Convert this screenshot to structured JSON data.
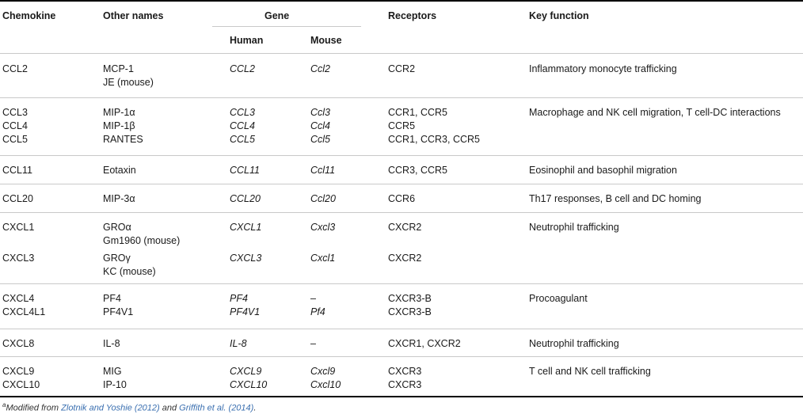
{
  "headers": {
    "chemokine": "Chemokine",
    "other_names": "Other names",
    "gene": "Gene",
    "human": "Human",
    "mouse": "Mouse",
    "receptors": "Receptors",
    "key_function": "Key function"
  },
  "groups": [
    {
      "function": "Inflammatory monocyte trafficking",
      "rows": [
        {
          "chemokine": "CCL2",
          "other_names": [
            "MCP-1",
            "JE (mouse)"
          ],
          "human": "CCL2",
          "mouse": "Ccl2",
          "receptors": "CCR2"
        }
      ]
    },
    {
      "function": "Macrophage and NK cell migration, T cell-DC interactions",
      "rows": [
        {
          "chemokine": "CCL3",
          "other_names": [
            "MIP-1α"
          ],
          "human": "CCL3",
          "mouse": "Ccl3",
          "receptors": "CCR1, CCR5"
        },
        {
          "chemokine": "CCL4",
          "other_names": [
            "MIP-1β"
          ],
          "human": "CCL4",
          "mouse": "Ccl4",
          "receptors": "CCR5"
        },
        {
          "chemokine": "CCL5",
          "other_names": [
            "RANTES"
          ],
          "human": "CCL5",
          "mouse": "Ccl5",
          "receptors": "CCR1, CCR3, CCR5"
        }
      ]
    },
    {
      "function": "Eosinophil and basophil migration",
      "rows": [
        {
          "chemokine": "CCL11",
          "other_names": [
            "Eotaxin"
          ],
          "human": "CCL11",
          "mouse": "Ccl11",
          "receptors": "CCR3, CCR5"
        }
      ]
    },
    {
      "function": "Th17 responses, B cell and DC homing",
      "rows": [
        {
          "chemokine": "CCL20",
          "other_names": [
            "MIP-3α"
          ],
          "human": "CCL20",
          "mouse": "Ccl20",
          "receptors": "CCR6"
        }
      ]
    },
    {
      "function": "Neutrophil trafficking",
      "rows": [
        {
          "chemokine": "CXCL1",
          "other_names": [
            "GROα",
            "Gm1960 (mouse)"
          ],
          "human": "CXCL1",
          "mouse": "Cxcl3",
          "receptors": "CXCR2"
        },
        {
          "chemokine": "CXCL3",
          "other_names": [
            "GROγ",
            "KC (mouse)"
          ],
          "human": "CXCL3",
          "mouse": "Cxcl1",
          "receptors": "CXCR2"
        }
      ]
    },
    {
      "function": "Procoagulant",
      "rows": [
        {
          "chemokine": "CXCL4",
          "other_names": [
            "PF4"
          ],
          "human": "PF4",
          "mouse": "–",
          "receptors": "CXCR3-B"
        },
        {
          "chemokine": "CXCL4L1",
          "other_names": [
            "PF4V1"
          ],
          "human": "PF4V1",
          "mouse": "Pf4",
          "receptors": "CXCR3-B"
        }
      ]
    },
    {
      "function": "Neutrophil trafficking",
      "rows": [
        {
          "chemokine": "CXCL8",
          "other_names": [
            "IL-8"
          ],
          "human": "IL-8",
          "mouse": "–",
          "receptors": "CXCR1, CXCR2"
        }
      ]
    },
    {
      "function": "T cell and NK cell trafficking",
      "rows": [
        {
          "chemokine": "CXCL9",
          "other_names": [
            "MIG"
          ],
          "human": "CXCL9",
          "mouse": "Cxcl9",
          "receptors": "CXCR3"
        },
        {
          "chemokine": "CXCL10",
          "other_names": [
            "IP-10"
          ],
          "human": "CXCL10",
          "mouse": "Cxcl10",
          "receptors": "CXCR3"
        }
      ]
    }
  ],
  "footnote": {
    "marker": "a",
    "prefix": "Modified from ",
    "ref1": "Zlotnik and Yoshie (2012)",
    "middle": " and ",
    "ref2": "Griffith et al. (2014)",
    "suffix": "."
  }
}
